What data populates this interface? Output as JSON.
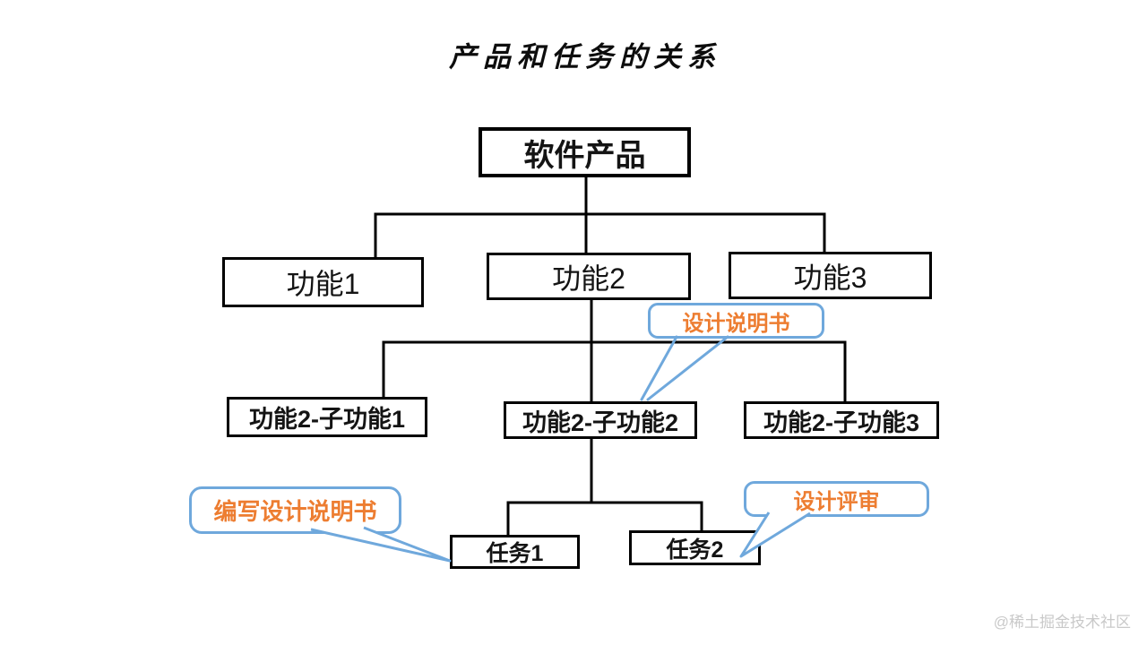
{
  "title": "产品和任务的关系",
  "watermark": "@稀土掘金技术社区",
  "colors": {
    "background": "#ffffff",
    "node_border": "#000000",
    "node_text": "#141414",
    "connector_line": "#000000",
    "callout_border": "#6fa8dc",
    "callout_text": "#ed7d31",
    "watermark_text": "#c9c9c9"
  },
  "nodes": {
    "root": {
      "label": "软件产品"
    },
    "f1": {
      "label": "功能1"
    },
    "f2": {
      "label": "功能2"
    },
    "f3": {
      "label": "功能3"
    },
    "sf1": {
      "label": "功能2-子功能1"
    },
    "sf2": {
      "label": "功能2-子功能2"
    },
    "sf3": {
      "label": "功能2-子功能3"
    },
    "t1": {
      "label": "任务1"
    },
    "t2": {
      "label": "任务2"
    }
  },
  "edges": [
    {
      "from": "root",
      "to": "f1"
    },
    {
      "from": "root",
      "to": "f2"
    },
    {
      "from": "root",
      "to": "f3"
    },
    {
      "from": "f2",
      "to": "sf1"
    },
    {
      "from": "f2",
      "to": "sf2"
    },
    {
      "from": "f2",
      "to": "sf3"
    },
    {
      "from": "sf2",
      "to": "t1"
    },
    {
      "from": "sf2",
      "to": "t2"
    }
  ],
  "callouts": {
    "design_spec": {
      "label": "设计说明书",
      "points_to": "sf2"
    },
    "write_spec": {
      "label": "编写设计说明书",
      "points_to": "t1"
    },
    "design_review": {
      "label": "设计评审",
      "points_to": "t2"
    }
  }
}
